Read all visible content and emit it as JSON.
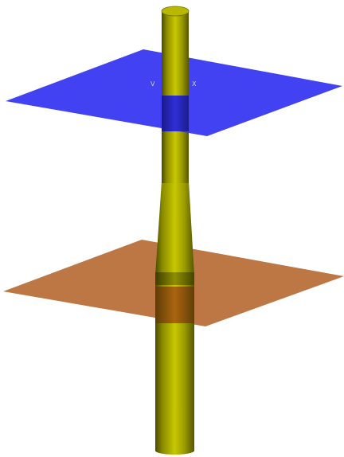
{
  "scene": {
    "type": "3d-model-viewport",
    "background": "#ffffff",
    "objects": [
      {
        "name": "upper-plane",
        "color": "#3a3af2",
        "style": "semi-transparent horizontal plane"
      },
      {
        "name": "lower-plane",
        "color": "#b8703a",
        "style": "semi-transparent horizontal plane"
      },
      {
        "name": "tapered-column",
        "color": "#a6a600",
        "shading": "olive cylinder"
      }
    ],
    "axis_labels": {
      "v": "V",
      "x": "X"
    }
  }
}
